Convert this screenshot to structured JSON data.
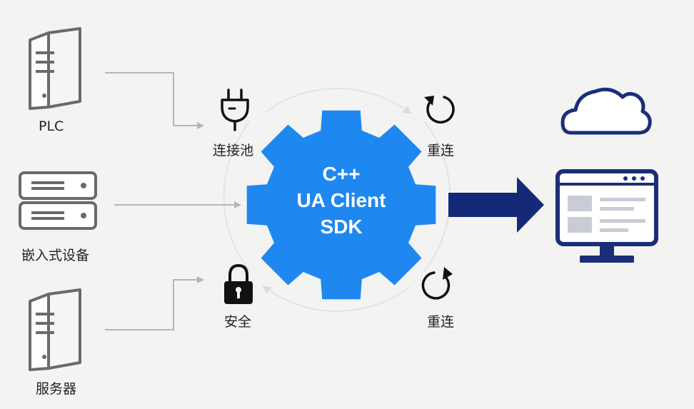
{
  "devices": {
    "plc": "PLC",
    "embedded": "嵌入式设备",
    "server": "服务器"
  },
  "features": {
    "pool": "连接池",
    "security": "安全",
    "reconnect_top": "重连",
    "reconnect_bottom": "重连"
  },
  "core": {
    "line1": "C++",
    "line2": "UA Client",
    "line3": "SDK"
  },
  "colors": {
    "gear": "#1e88f0",
    "arrow": "#142a78",
    "monitor": "#1a2f78",
    "device_stroke": "#6a6a6a",
    "connector": "#b5b5b5"
  }
}
